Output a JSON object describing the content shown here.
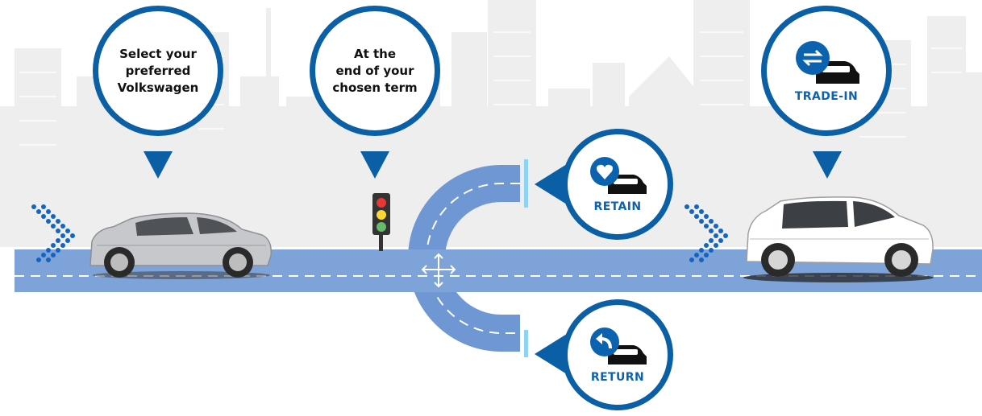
{
  "colors": {
    "road": "#7ea3d9",
    "curve": "#6f97d3",
    "dash": "#ffffff",
    "bubble_border": "#0b5fa5",
    "label_blue": "#0b63b0",
    "chevron": "#1565c0",
    "skyline": "#eeeeee",
    "stop_line": "#8fd3f4"
  },
  "steps": {
    "select": {
      "text_lines": [
        "Select your",
        "preferred",
        "Volkswagen"
      ]
    },
    "end_term": {
      "text_lines": [
        "At the",
        "end of your",
        "chosen term"
      ]
    }
  },
  "options": {
    "retain": {
      "label": "RETAIN",
      "icon": "heart-car-icon"
    },
    "return": {
      "label": "RETURN",
      "icon": "return-arrow-car-icon"
    },
    "trade_in": {
      "label": "TRADE-IN",
      "icon": "swap-arrows-car-icon"
    }
  }
}
